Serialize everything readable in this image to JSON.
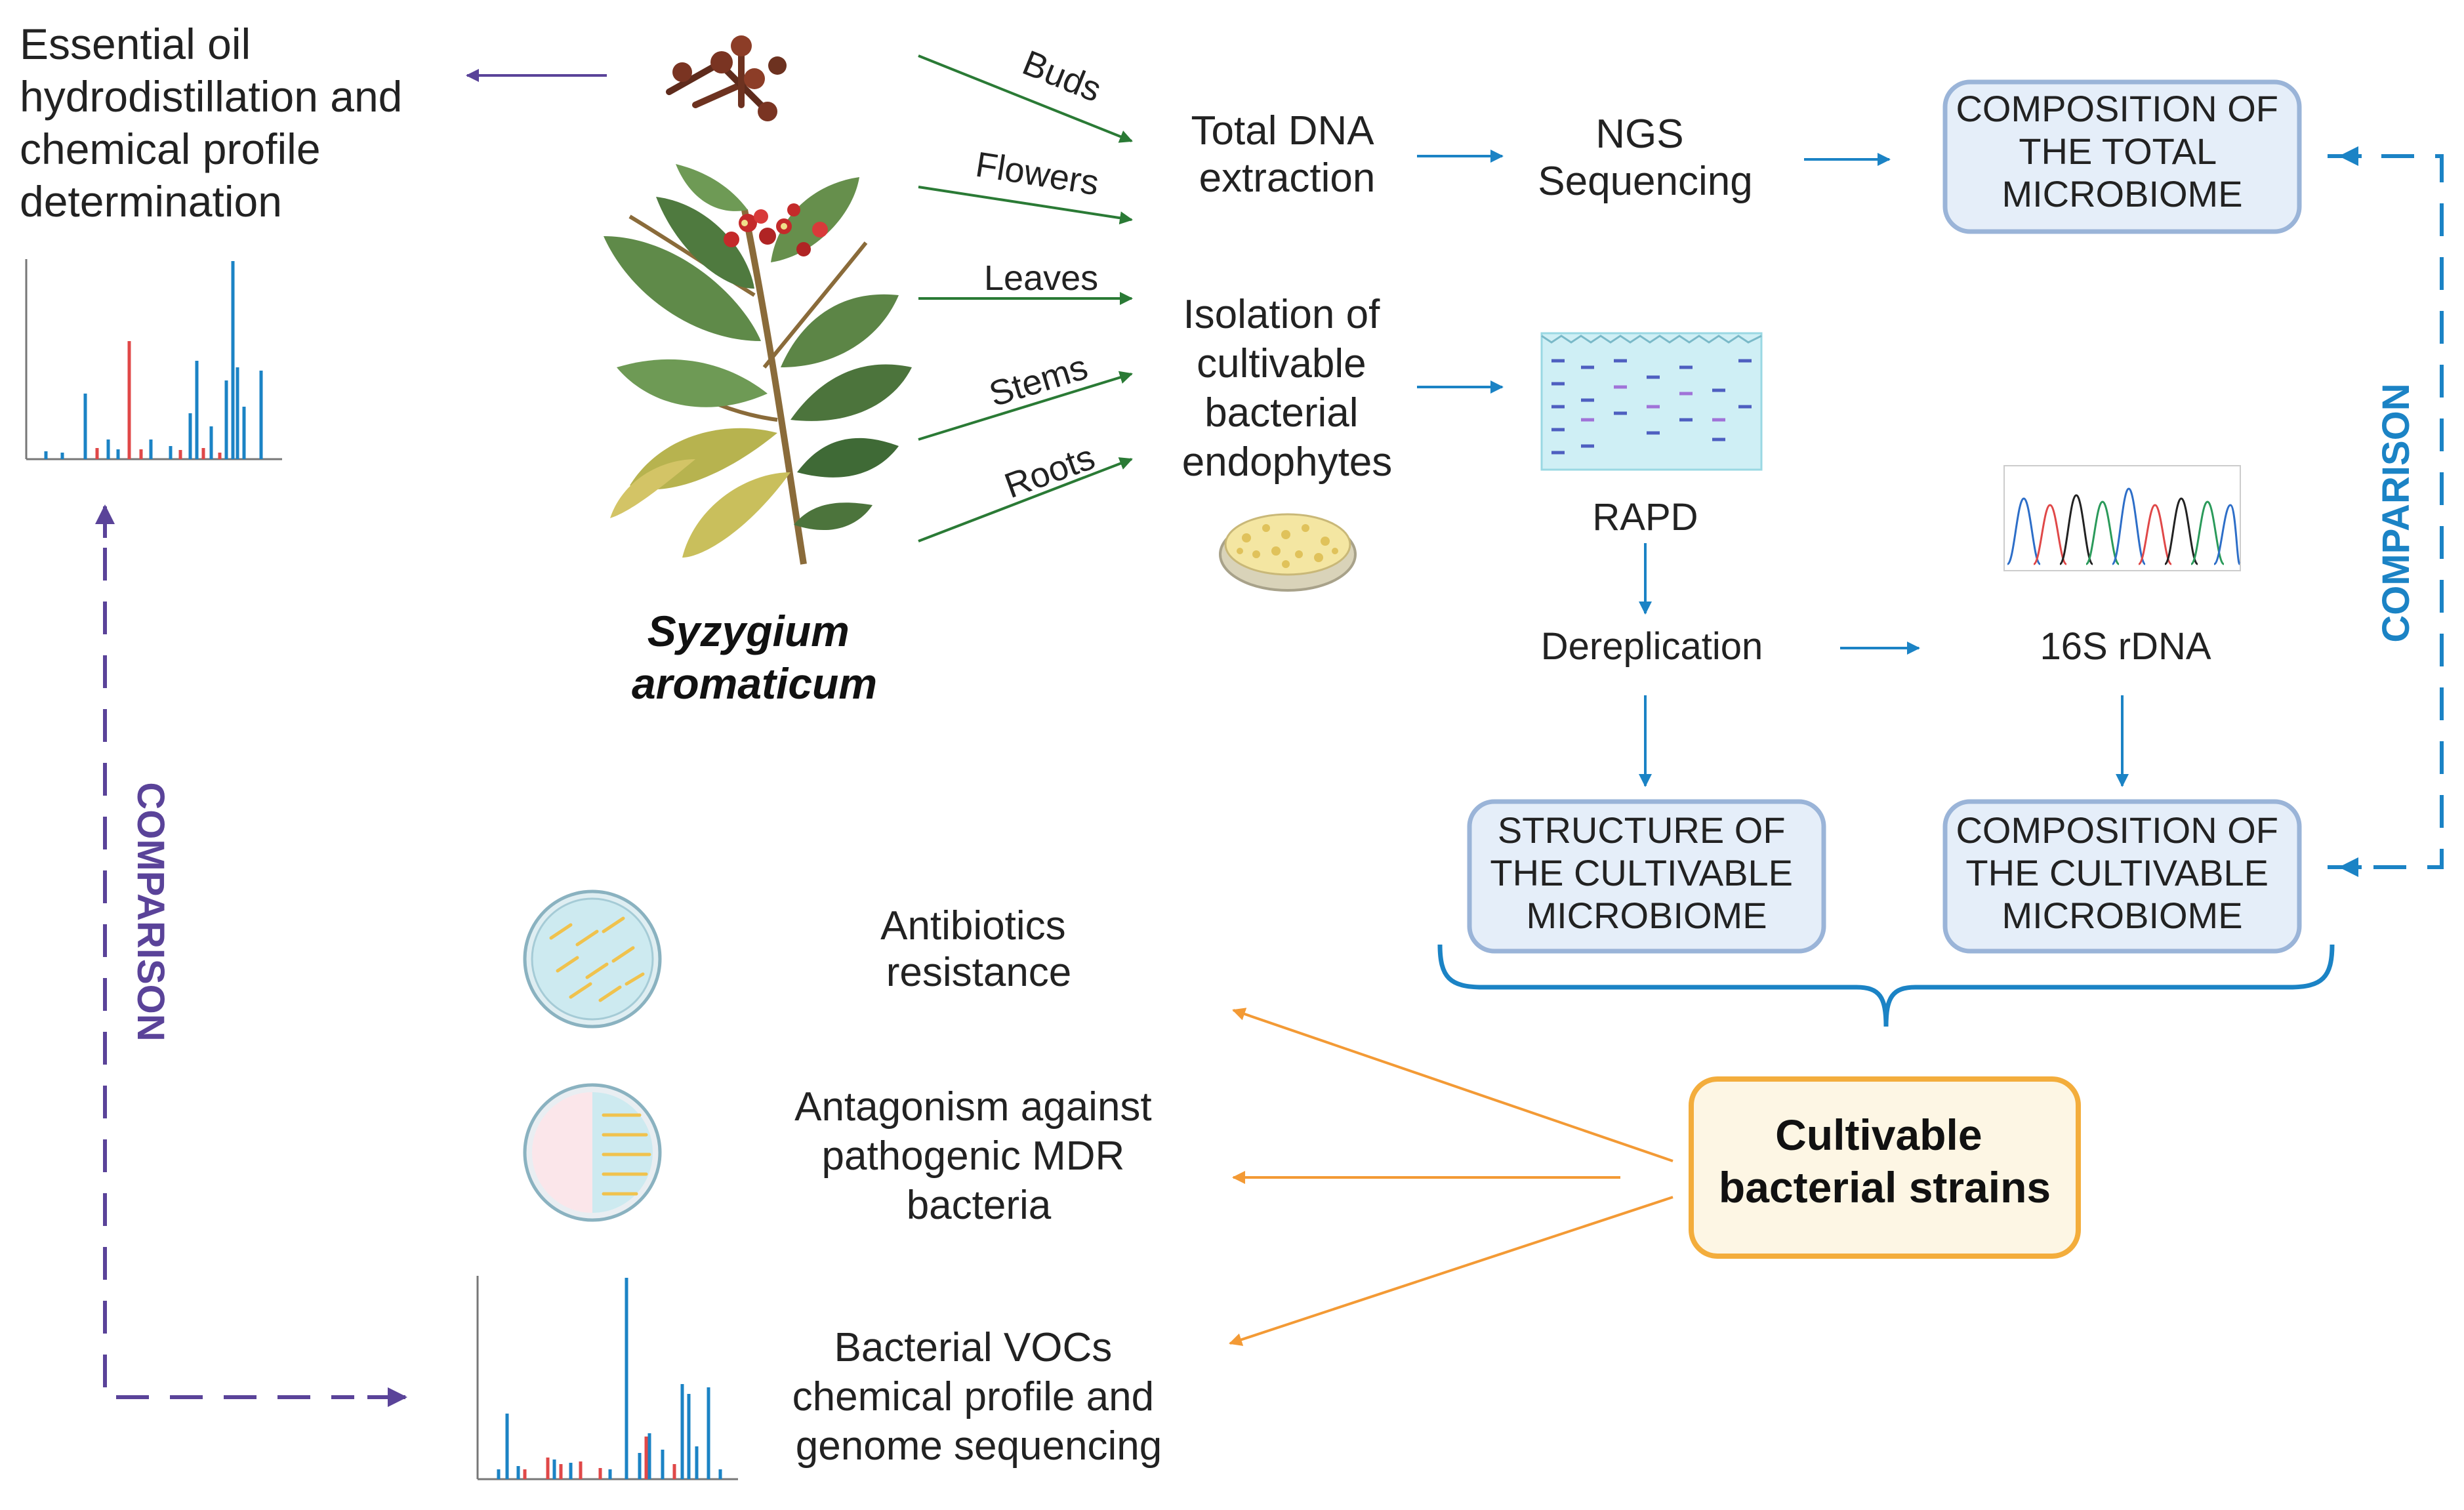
{
  "essential_oil": {
    "lines": [
      "Essential oil",
      "hydrodistillation and",
      "chemical profile",
      "determination"
    ]
  },
  "plant": {
    "name_lines": [
      "Syzygium",
      "aromaticum"
    ]
  },
  "plant_parts": [
    "Buds",
    "Flowers",
    "Leaves",
    "Stems",
    "Roots"
  ],
  "total_dna": {
    "lines": [
      "Total DNA",
      "extraction"
    ]
  },
  "ngs": {
    "lines": [
      "NGS",
      "Sequencing"
    ]
  },
  "total_microbiome": {
    "lines": [
      "COMPOSITION OF",
      "THE TOTAL",
      "MICROBIOME"
    ]
  },
  "isolation": {
    "lines": [
      "Isolation of",
      "cultivable",
      "bacterial",
      "endophytes"
    ]
  },
  "rapd": {
    "label": "RAPD"
  },
  "dereplication": {
    "label": "Dereplication"
  },
  "rdna": {
    "label": "16S rDNA"
  },
  "structure_box": {
    "lines": [
      "STRUCTURE OF",
      "THE CULTIVABLE",
      "MICROBIOME"
    ]
  },
  "composition_box": {
    "lines": [
      "COMPOSITION OF",
      "THE CULTIVABLE",
      "MICROBIOME"
    ]
  },
  "comparison_right": "COMPARISON",
  "comparison_left": "COMPARISON",
  "antibiotics": {
    "lines": [
      "Antibiotics",
      "resistance"
    ]
  },
  "antagonism": {
    "lines": [
      "Antagonism against",
      "pathogenic MDR",
      "bacteria"
    ]
  },
  "vocs": {
    "lines": [
      "Bacterial VOCs",
      "chemical profile and",
      "genome sequencing"
    ]
  },
  "strains": {
    "lines": [
      "Cultivable",
      "bacterial strains"
    ]
  },
  "colors": {
    "blue": "#1b83c5",
    "purple": "#5a4399",
    "green": "#2a7a35",
    "orange": "#f39a35",
    "box_fill": "#e5eef9",
    "box_stroke": "#9ab4d8",
    "strain_fill": "#fdf6e4",
    "strain_stroke": "#f3ad3c",
    "peak_red": "#e04848"
  }
}
